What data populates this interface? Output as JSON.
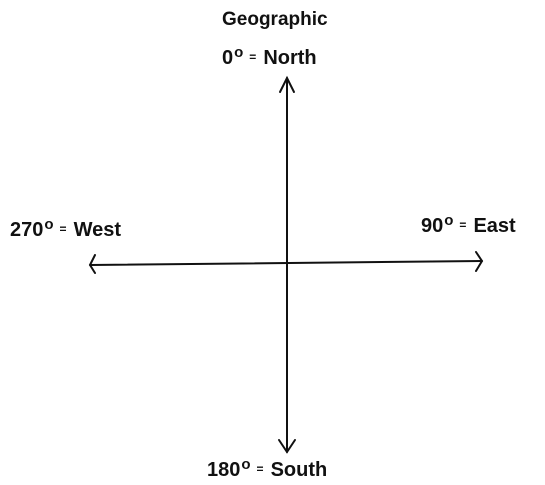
{
  "title": "Geographic",
  "directions": {
    "north": {
      "angle": "0",
      "degree_symbol": "o",
      "equals": "=",
      "name": "North"
    },
    "east": {
      "angle": "90",
      "degree_symbol": "o",
      "equals": "=",
      "name": "East"
    },
    "south": {
      "angle": "180",
      "degree_symbol": "o",
      "equals": "=",
      "name": "South"
    },
    "west": {
      "angle": "270",
      "degree_symbol": "o",
      "equals": "=",
      "name": "West"
    }
  }
}
